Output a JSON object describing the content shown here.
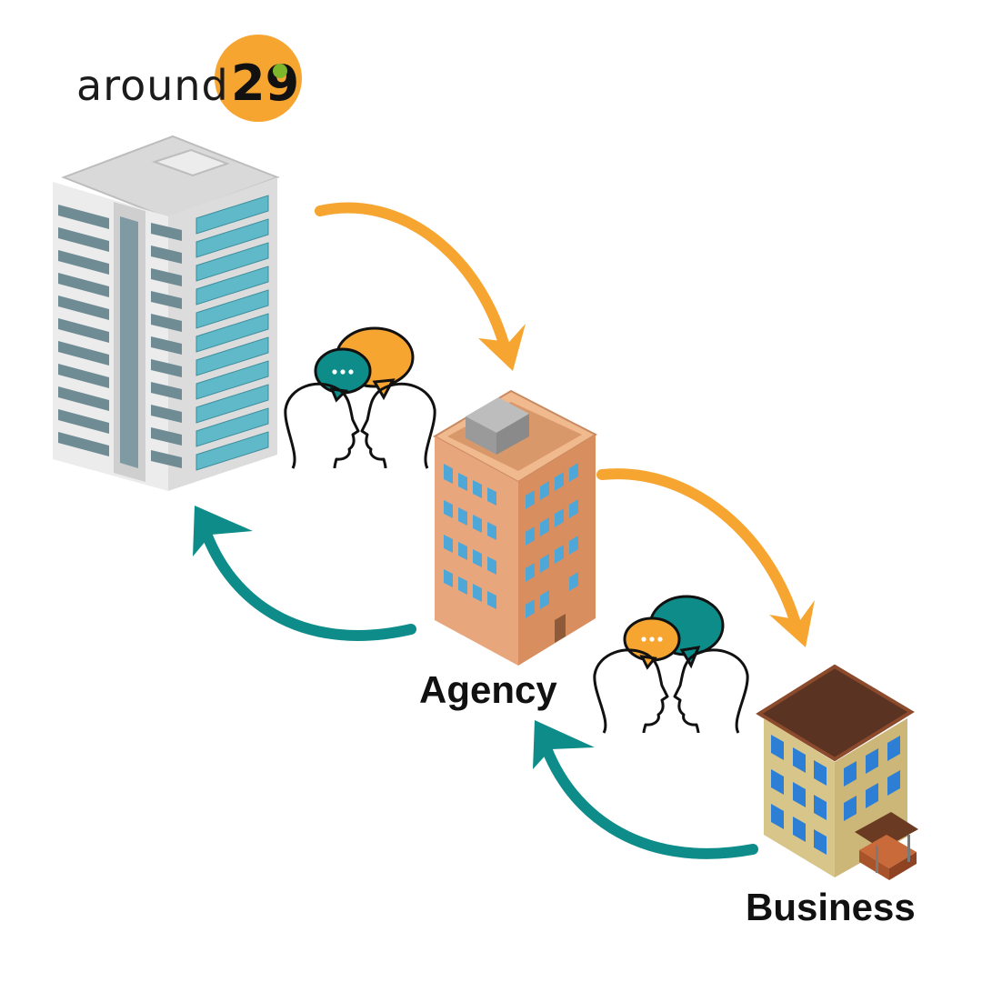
{
  "logo": {
    "word": "around",
    "number": "29",
    "badge_color": "#F7A531",
    "dot_color": "#7DB62B"
  },
  "nodes": {
    "corporate": {
      "label": ""
    },
    "agency": {
      "label": "Agency"
    },
    "business": {
      "label": "Business"
    }
  },
  "colors": {
    "orange": "#F7A531",
    "teal": "#0E8C8A"
  },
  "icons": [
    "corporate-tower-icon",
    "agency-building-icon",
    "business-building-icon",
    "conversation-heads-icon",
    "speech-bubble-icon"
  ]
}
